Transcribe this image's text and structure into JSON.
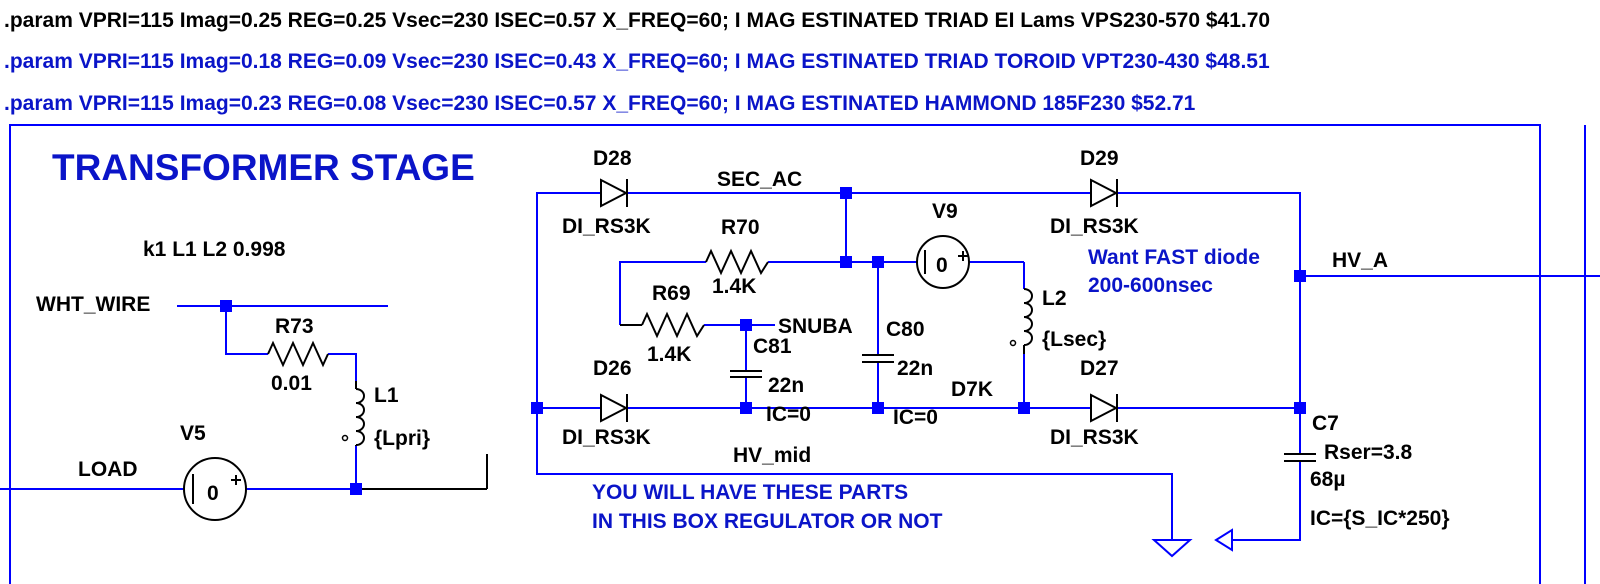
{
  "params": [
    ".param VPRI=115 Imag=0.25 REG=0.25 Vsec=230 ISEC=0.57  X_FREQ=60; I MAG ESTINATED TRIAD EI Lams VPS230-570 $41.70",
    ".param VPRI=115 Imag=0.18 REG=0.09 Vsec=230 ISEC=0.43  X_FREQ=60; I MAG ESTINATED TRIAD TOROID VPT230-430 $48.51",
    ".param VPRI=115 Imag=0.23 REG=0.08 Vsec=230 ISEC=0.57  X_FREQ=60; I MAG ESTINATED HAMMOND 185F230 $52.71"
  ],
  "colors": {
    "wire": "#0000ff",
    "text_blue": "#0a14c8",
    "text": "#000000",
    "param_line1": "#000000"
  },
  "title": "TRANSFORMER STAGE",
  "coupling": "k1 L1 L2   0.998",
  "notes": {
    "fast_diode_1": "Want FAST diode",
    "fast_diode_2": "200-600nsec",
    "box_1": "YOU WILL HAVE THESE PARTS",
    "box_2": "IN THIS BOX REGULATOR OR NOT"
  },
  "nets": {
    "wht_wire": "WHT_WIRE",
    "load": "LOAD",
    "sec_ac": "SEC_AC",
    "hv_a": "HV_A",
    "snuba": "SNUBA",
    "d7k": "D7K",
    "hv_mid": "HV_mid"
  },
  "parts": {
    "R73": {
      "name": "R73",
      "value": "0.01"
    },
    "L1": {
      "name": "L1",
      "value": "{Lpri}"
    },
    "V5": {
      "name": "V5",
      "value": "0"
    },
    "D28": {
      "name": "D28",
      "model": "DI_RS3K"
    },
    "D29": {
      "name": "D29",
      "model": "DI_RS3K"
    },
    "D26": {
      "name": "D26",
      "model": "DI_RS3K"
    },
    "D27": {
      "name": "D27",
      "model": "DI_RS3K"
    },
    "R70": {
      "name": "R70",
      "value": "1.4K"
    },
    "R69": {
      "name": "R69",
      "value": "1.4K"
    },
    "V9": {
      "name": "V9",
      "value": "0"
    },
    "L2": {
      "name": "L2",
      "value": "{Lsec}"
    },
    "C81": {
      "name": "C81",
      "value": "22n",
      "ic": "IC=0"
    },
    "C80": {
      "name": "C80",
      "value": "22n",
      "ic": "IC=0"
    },
    "C7": {
      "name": "C7",
      "rser": "Rser=3.8",
      "value": "68µ",
      "ic": "IC={S_IC*250}"
    }
  },
  "source_symbol": "+"
}
